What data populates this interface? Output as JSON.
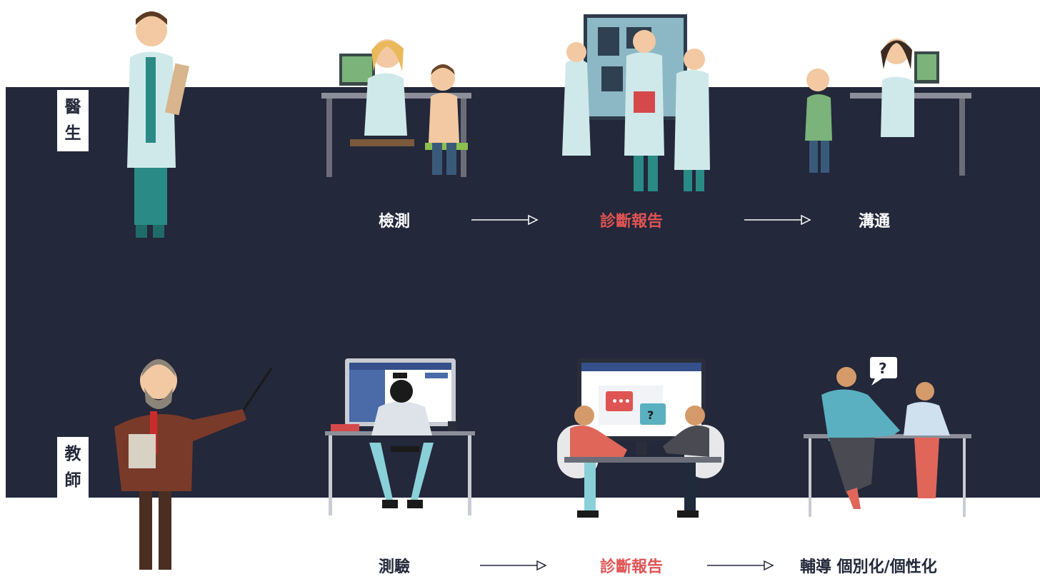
{
  "colors": {
    "band": "#23283a",
    "accent": "#e05454",
    "light_text": "#ffffff",
    "dark_text": "#23283a"
  },
  "doctor_row": {
    "role_line1": "醫",
    "role_line2": "生",
    "steps": [
      "檢測",
      "診斷報告",
      "溝通"
    ]
  },
  "teacher_row": {
    "role_line1": "教",
    "role_line2": "師",
    "steps": [
      "測驗",
      "診斷報告",
      "輔導 個別化/個性化"
    ]
  },
  "icons": {
    "arrow": "right-arrow-icon",
    "question": "question-bubble-icon",
    "chat": "chat-bubble-icon"
  }
}
